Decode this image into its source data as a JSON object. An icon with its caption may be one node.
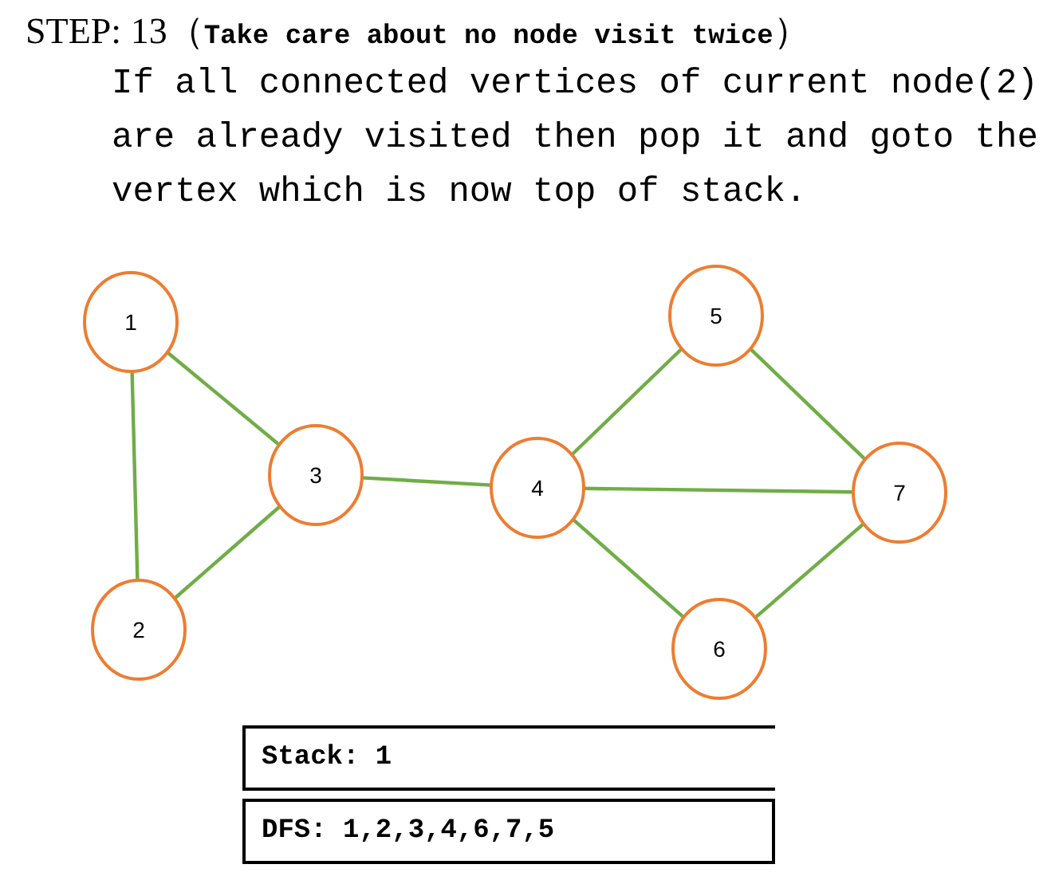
{
  "diagram": {
    "title": "STEP: 13（**Take care about no node visit twice**）",
    "nodes": [
      {
        "text": [
          "1"
        ]
      },
      {
        "text": [
          "2"
        ]
      },
      {
        "text": [
          "3"
        ]
      },
      {
        "text": [
          "4"
        ]
      },
      {
        "text": [
          "5"
        ]
      },
      {
        "text": [
          "6"
        ]
      },
      {
        "text": [
          "7"
        ]
      },
      {
        "text": [
          "Stack: 1"
        ]
      },
      {
        "text": [
          "DFS: 1,2,3,4,6,7,5"
        ]
      }
    ],
    "edges": [
      {
        "from": 0,
        "to": 2,
        "arrow": "none"
      },
      {
        "from": 0,
        "to": 1,
        "arrow": "none"
      },
      {
        "from": 1,
        "to": 2,
        "arrow": "none"
      },
      {
        "from": 2,
        "to": 3,
        "arrow": "none"
      },
      {
        "from": 3,
        "to": 4,
        "arrow": "none"
      },
      {
        "from": 3,
        "to": 6,
        "arrow": "none"
      },
      {
        "from": 3,
        "to": 5,
        "arrow": "none"
      },
      {
        "from": 4,
        "to": 6,
        "arrow": "none"
      },
      {
        "from": 5,
        "to": 6,
        "arrow": "none"
      }
    ],
    "labels": [
      "If all connected vertices of current node(2) are already visited then pop it and goto the vertex which is now top of stack."
    ]
  }
}
